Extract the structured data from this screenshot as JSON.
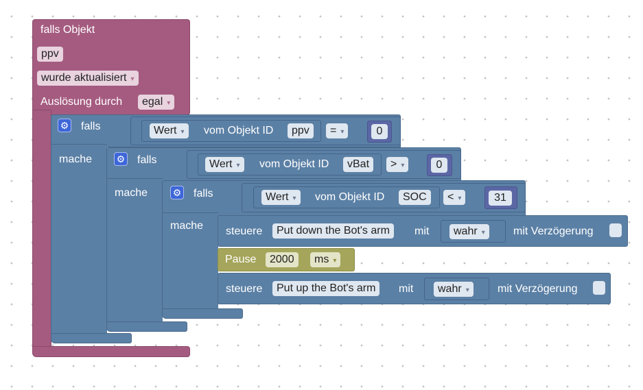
{
  "event_block": {
    "header": "falls Objekt",
    "object_id": "ppv",
    "trigger_mode": "wurde aktualisiert",
    "trigger_by_label": "Auslösung durch",
    "trigger_by_value": "egal"
  },
  "if_blocks": [
    {
      "falls_label": "falls",
      "mache_label": "mache",
      "property": "Wert",
      "of_object_label": "vom Objekt ID",
      "object_id": "ppv",
      "operator": "=",
      "value": "0"
    },
    {
      "falls_label": "falls",
      "mache_label": "mache",
      "property": "Wert",
      "of_object_label": "vom Objekt ID",
      "object_id": "vBat",
      "operator": ">",
      "value": "0"
    },
    {
      "falls_label": "falls",
      "mache_label": "mache",
      "property": "Wert",
      "of_object_label": "vom Objekt ID",
      "object_id": "SOC",
      "operator": "<",
      "value": "31"
    }
  ],
  "actions": [
    {
      "steuere_label": "steuere",
      "target": "Put down the Bot's arm",
      "mit_label": "mit",
      "value": "wahr",
      "delay_label": "mit Verzögerung"
    },
    {
      "pause_label": "Pause",
      "duration": "2000",
      "unit": "ms"
    },
    {
      "steuere_label": "steuere",
      "target": "Put up the Bot's arm",
      "mit_label": "mit",
      "value": "wahr",
      "delay_label": "mit Verzögerung"
    }
  ],
  "icons": {
    "dropdown": "▾",
    "gear": "⚙"
  },
  "colors": {
    "event": "#a55b80",
    "logic": "#5b80a5",
    "pause": "#a5a55b"
  }
}
